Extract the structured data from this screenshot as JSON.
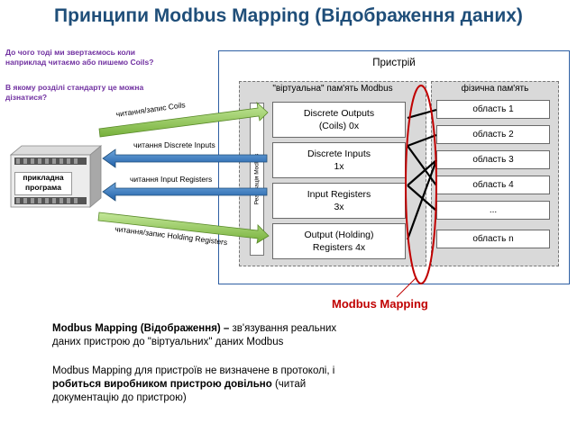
{
  "title": "Принципи Modbus Mapping (Відображення даних)",
  "questions": {
    "q1_line1": "До чого тоді ми звертаємось коли",
    "q1_line2": "наприклад читаємо або пишемо Coils?",
    "q2_line1": "В якому розділі стандарту це можна",
    "q2_line2": "дізнатися?"
  },
  "plc": {
    "label_line1": "прикладна",
    "label_line2": "програма"
  },
  "device": {
    "title": "Пристрій",
    "virtual_title": "\"віртуальна\" пам'ять Modbus",
    "physical_title": "фізична пам'ять",
    "impl_label": "Реалізація Modbus",
    "registers": [
      {
        "line1": "Discrete Outputs",
        "line2": "(Coils) 0x"
      },
      {
        "line1": "Discrete Inputs",
        "line2": "1x"
      },
      {
        "line1": "Input Registers",
        "line2": "3x"
      },
      {
        "line1": "Output (Holding)",
        "line2": "Registers  4x"
      }
    ],
    "areas": [
      "область 1",
      "область 2",
      "область 3",
      "область 4",
      "...",
      "область n"
    ]
  },
  "arrows": {
    "coils": "читання/запис Coils",
    "discrete": "читання Discrete Inputs",
    "input": "читання Input Registers",
    "holding": "читання/запис Holding  Registers"
  },
  "mapping_label": "Modbus Mapping",
  "paragraph1": {
    "bold": "Modbus Mapping (Відображення) –",
    "rest1": " зв'язування реальних",
    "rest2": "даних пристрою до \"віртуальних\" даних Modbus"
  },
  "paragraph2": {
    "line1": "Modbus Mapping для пристроїв не визначене в протоколі, і",
    "bold": "робиться виробником пристрою довільно",
    "rest": " (читай",
    "line3": "документацію до пристрою)"
  },
  "colors": {
    "title": "#1f4e79",
    "question": "#7030a0",
    "mapping": "#c00000",
    "arrow_green": "#92d050",
    "arrow_blue": "#2e75b6"
  }
}
